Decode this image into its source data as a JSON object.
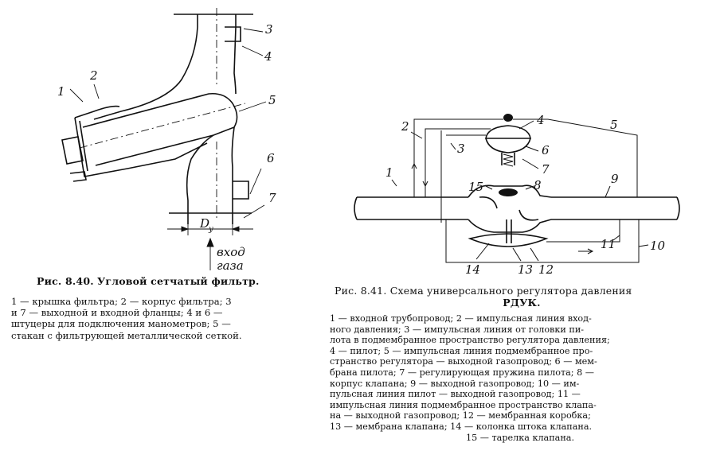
{
  "fig40": {
    "labels": {
      "l1": "1",
      "l2": "2",
      "l3": "3",
      "l4": "4",
      "l5": "5",
      "l6": "6",
      "l7": "7"
    },
    "dim_label_main": "D",
    "dim_label_sub": "y",
    "arrow_label_1": "вход",
    "arrow_label_2": "газа",
    "caption_prefix": "Рис. 8.40.",
    "caption_title": "Угловой сетчатый фильтр.",
    "legend_lines": [
      "1 — крышка фильтра; 2 — корпус фильтра; 3",
      "и 7 — выходной и входной фланцы; 4 и 6 —",
      "штуцеры для подключения манометров; 5 —",
      "стакан с фильтрующей металлической сеткой."
    ]
  },
  "fig41": {
    "labels": {
      "l1": "1",
      "l2": "2",
      "l3": "3",
      "l4": "4",
      "l5": "5",
      "l6": "6",
      "l7": "7",
      "l8": "8",
      "l9": "9",
      "l10": "10",
      "l11": "11",
      "l12": "12",
      "l13": "13",
      "l14": "14",
      "l15": "15"
    },
    "caption_prefix": "Рис. 8.41.",
    "caption_title": "Схема универсального регулятора давления",
    "caption_title2": "РДУК.",
    "legend_lines": [
      "1 — входной трубопровод; 2 — импульсная линия вход-",
      "ного давления; 3 — импульсная линия от головки пи-",
      "лота в подмембранное пространство регулятора давления;",
      "4 — пилот; 5 — импульсная линия подмембранное про-",
      "странство регулятора — выходной газопровод; 6 — мем-",
      "брана пилота; 7 — регулирующая пружина пилота; 8 —",
      "корпус клапана; 9 — выходной газопровод; 10 — им-",
      "пульсная линия пилот — выходной газопровод; 11 —",
      "импульсная линия подмембранное пространство клапа-",
      "на — выходной газопровод; 12 — мембранная коробка;",
      "13 — мембрана клапана; 14 — колонка штока клапана."
    ],
    "legend_last": "15 — тарелка клапана."
  }
}
